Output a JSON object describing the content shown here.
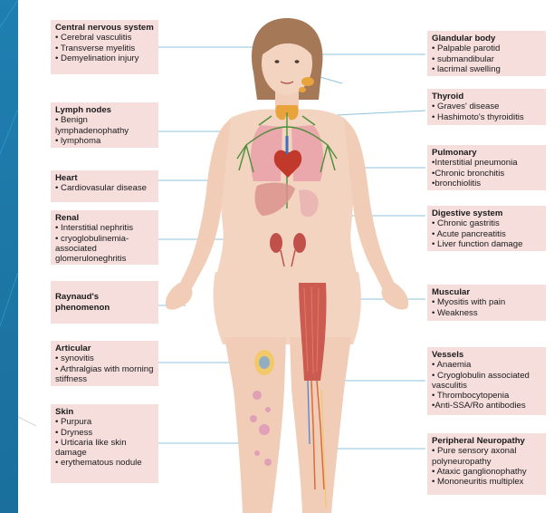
{
  "colors": {
    "box_fill": "#f6dedd",
    "leader_line": "#8fc3df",
    "sidebar": "#1f7fb0",
    "skin": "#f3d4c0",
    "hair": "#a57857",
    "muscle": "#c4453e",
    "thyroid": "#e8a33b",
    "lungs": "#e89aa6",
    "heart": "#c0392b",
    "nerves": "#4d8f3a"
  },
  "left": {
    "cns": {
      "title": "Central nervous system",
      "items": [
        "• Cerebral vasculitis",
        "• Transverse myelitis",
        "• Demyelination injury"
      ]
    },
    "lymph": {
      "title": "Lymph nodes",
      "items": [
        "• Benign lymphadenophathy",
        "• lymphoma"
      ]
    },
    "heart": {
      "title": "Heart",
      "items": [
        "• Cardiovasular disease"
      ]
    },
    "renal": {
      "title": "Renal",
      "items": [
        "• Interstitial nephritis",
        "• cryoglobulinemia-associated glomeruloneghritis"
      ]
    },
    "raynaud": {
      "title": "Raynaud's phenomenon",
      "items": []
    },
    "articular": {
      "title": "Articular",
      "items": [
        "• synovitis",
        "• Arthralgias with morning stiffness"
      ]
    },
    "skin": {
      "title": "Skin",
      "items": [
        "• Purpura",
        "• Dryness",
        "• Urticaria like skin damage",
        "• erythematous nodule"
      ]
    }
  },
  "right": {
    "glandular": {
      "title": "Glandular body",
      "items": [
        "• Palpable parotid",
        "• submandibular",
        "• lacrimal swelling"
      ]
    },
    "thyroid": {
      "title": "Thyroid",
      "items": [
        "• Graves' disease",
        "• Hashimoto's thyroiditis"
      ]
    },
    "pulmonary": {
      "title": "Pulmonary",
      "items": [
        "•Interstitial pneumonia",
        "•Chronic bronchitis",
        "•bronchiolitis"
      ]
    },
    "digestive": {
      "title": "Digestive system",
      "items": [
        "• Chronic gastritis",
        "• Acute pancreatitis",
        "• Liver function damage"
      ]
    },
    "muscular": {
      "title": "Muscular",
      "items": [
        "• Myositis with pain",
        "• Weakness"
      ]
    },
    "vessels": {
      "title": "Vessels",
      "items": [
        "• Anaemia",
        "• Cryoglobulin associated vasculitis",
        "• Thrombocytopenia",
        "•Anti-SSA/Ro antibodies"
      ]
    },
    "neuropathy": {
      "title": "Peripheral Neuropathy",
      "items": [
        "• Pure sensory axonal polyneuropathy",
        "• Ataxic ganglionophathy",
        "• Mononeuritis multiplex"
      ]
    }
  }
}
